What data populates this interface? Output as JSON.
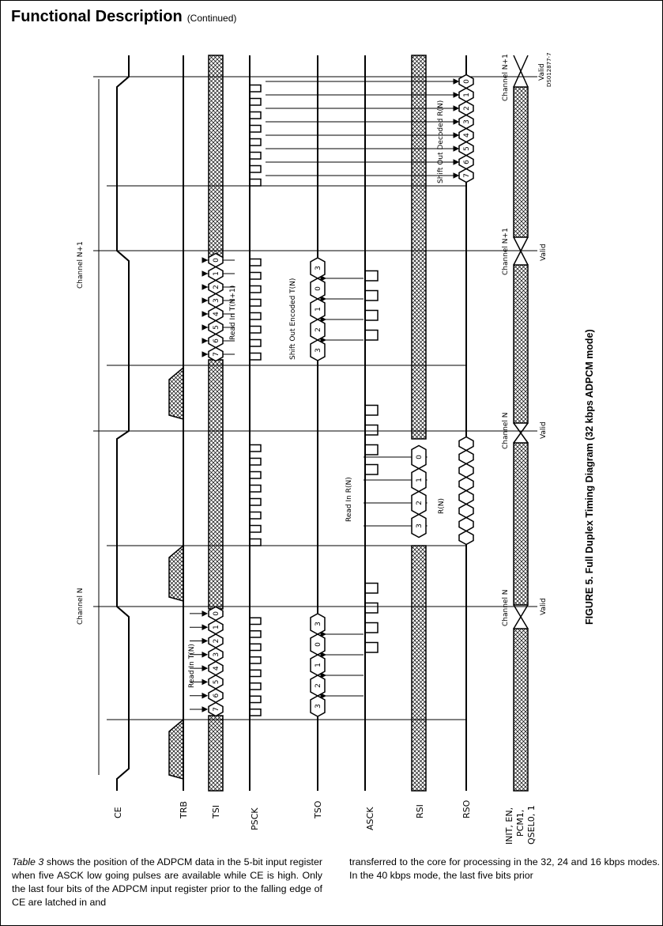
{
  "header": {
    "title": "Functional Description",
    "subtitle": "(Continued)"
  },
  "figure": {
    "caption": "FIGURE 5. Full Duplex Timing Diagram (32 kbps ADPCM mode)",
    "code": "DS012877-7",
    "signals": [
      "CE",
      "TRB",
      "TSI",
      "PSCK",
      "TSO",
      "ASCK",
      "RSI",
      "RSO"
    ],
    "signal_multi": [
      "INIT, EN,",
      "PCM1,",
      "QSEL0, 1"
    ],
    "labels": {
      "channel_n": "Channel N",
      "channel_n1": "Channel N+1",
      "read_in_tn": "Read In T(N)",
      "read_in_tn1": "Read In T(N+1)",
      "shift_out_encoded": "Shift Out Encoded T(N)",
      "read_in_rn": "Read In R(N)",
      "rn": "R(N)",
      "shift_out_decoded": "Shift Out Decoded R(N)",
      "valid": "Valid"
    },
    "tsi_bits": [
      "7",
      "6",
      "5",
      "4",
      "3",
      "2",
      "1",
      "0"
    ],
    "tso_bits": [
      "3",
      "2",
      "1",
      "0",
      "3"
    ],
    "rsi_bits": [
      "3",
      "2",
      "1",
      "0"
    ],
    "rso_bits": [
      "7",
      "6",
      "5",
      "4",
      "3",
      "2",
      "1",
      "0"
    ]
  },
  "body": {
    "para1_em": "Table 3",
    "para1": " shows the position of the ADPCM data in the 5-bit input register when five ASCK low going pulses are available while CE is high. Only the last four bits of the ADPCM input register prior to the falling edge of CE are latched in and",
    "para2": "transferred to the core for processing in the 32, 24 and 16 kbps modes. In the 40 kbps mode, the last five bits prior"
  }
}
